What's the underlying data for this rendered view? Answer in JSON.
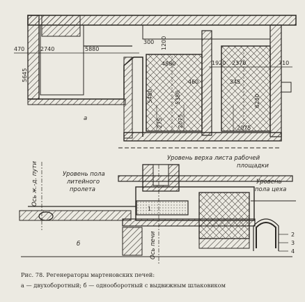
{
  "figure": {
    "caption_title": "Рис. 78. Регенераторы мартеновских печей:",
    "caption_body": "а — двухоборотный; б — однооборотный с выдвижным шлаковиком"
  },
  "diagram_a": {
    "label": "а",
    "dims": {
      "d470": "470",
      "d2740": "2740",
      "d5880": "5880",
      "d300": "300",
      "d1200": "1200",
      "d4880": "4880",
      "d1920": "1920",
      "d2370": "2370",
      "d710": "710",
      "d5645": "5645",
      "d5480": "5480",
      "d5380": "5380",
      "d460": "460",
      "d345": "345",
      "d6230": "6230",
      "d275": "275",
      "d2075a": "2075",
      "d2075b": "2075"
    },
    "level_label_1": "Уровень верха листа рабочей",
    "level_label_2": "площадки"
  },
  "diagram_b": {
    "label": "б",
    "track_axis": "Ось ж.-д. пути",
    "pour_floor_1": "Уровень пола",
    "pour_floor_2": "литейного",
    "pour_floor_3": "пролета",
    "shop_floor_1": "Уровень",
    "shop_floor_2": "пола цеха",
    "furnace_axis": "Ось печи",
    "slag_label": "1",
    "num_2": "2",
    "num_3": "3",
    "num_4": "4"
  }
}
